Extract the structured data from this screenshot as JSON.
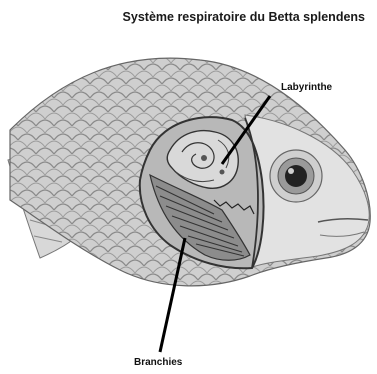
{
  "diagram": {
    "title": "Système respiratoire du Betta splendens",
    "labels": {
      "labyrinth": "Labyrinthe",
      "gills": "Branchies"
    }
  }
}
